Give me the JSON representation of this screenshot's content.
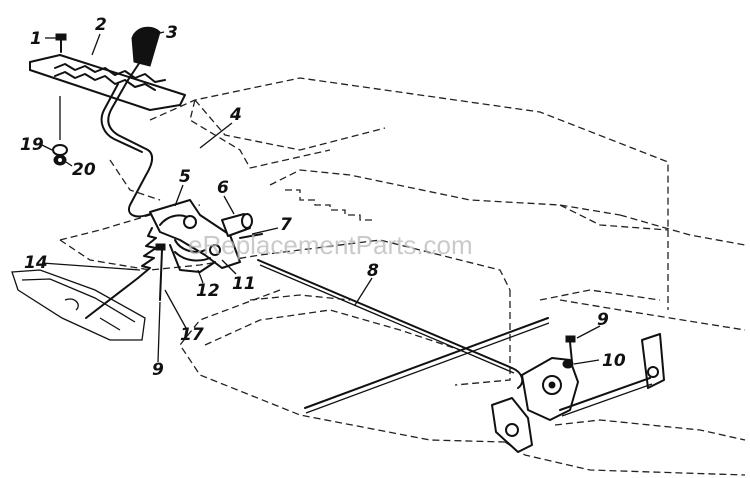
{
  "watermark": "eReplacementParts.com",
  "callouts": [
    {
      "id": "c1",
      "text": "1"
    },
    {
      "id": "c2",
      "text": "2"
    },
    {
      "id": "c3",
      "text": "3"
    },
    {
      "id": "c4",
      "text": "4"
    },
    {
      "id": "c5",
      "text": "5"
    },
    {
      "id": "c6",
      "text": "6"
    },
    {
      "id": "c7",
      "text": "7"
    },
    {
      "id": "c8",
      "text": "8"
    },
    {
      "id": "c9a",
      "text": "9"
    },
    {
      "id": "c9b",
      "text": "9"
    },
    {
      "id": "c10",
      "text": "10"
    },
    {
      "id": "c11",
      "text": "11"
    },
    {
      "id": "c12",
      "text": "12"
    },
    {
      "id": "c14",
      "text": "14"
    },
    {
      "id": "c17",
      "text": "17"
    },
    {
      "id": "c19",
      "text": "19"
    },
    {
      "id": "c20",
      "text": "20"
    }
  ]
}
